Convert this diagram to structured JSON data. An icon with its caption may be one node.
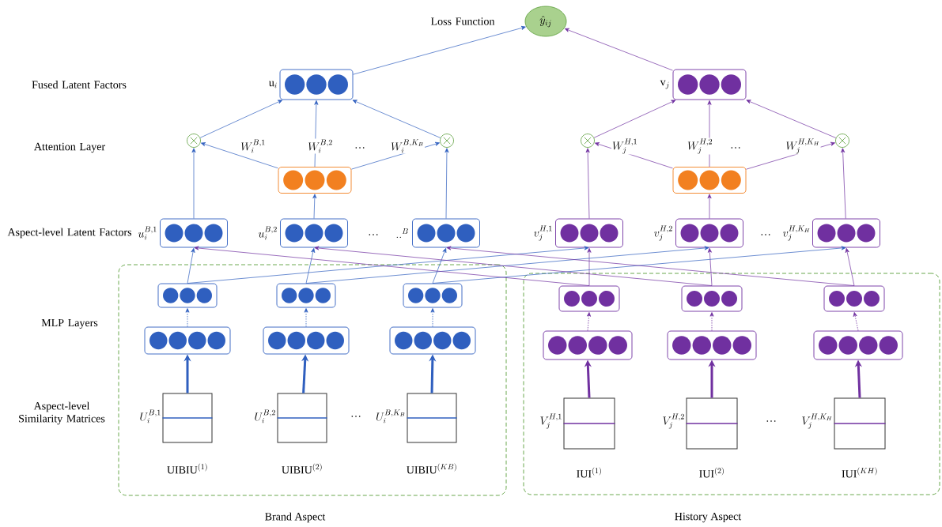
{
  "diagram": {
    "nodes": [
      {
        "text": [
          "\\hat{y}_{ij}"
        ]
      },
      {
        "text": [],
        "shape": "box",
        "beside": [
          "\\mathrm{u}_i"
        ]
      },
      {
        "text": [],
        "shape": "box",
        "beside": [
          "\\mathrm{v}_j"
        ]
      },
      {
        "text": [],
        "shape": "circle"
      },
      {
        "text": [],
        "shape": "box"
      },
      {
        "text": [],
        "shape": "circle"
      },
      {
        "text": [],
        "shape": "circle"
      },
      {
        "text": [],
        "shape": "box"
      },
      {
        "text": [],
        "shape": "circle"
      },
      {
        "text": [],
        "shape": "box",
        "beside": [
          "u_i^{B,1}"
        ]
      },
      {
        "text": [],
        "shape": "box",
        "beside": [
          "u_i^{B,2}"
        ]
      },
      {
        "text": [],
        "shape": "box",
        "beside": [
          "..^{B}"
        ]
      },
      {
        "text": [],
        "shape": "box",
        "beside": [
          "v_j^{H,1}"
        ]
      },
      {
        "text": [],
        "shape": "box",
        "beside": [
          "v_j^{H,2}"
        ]
      },
      {
        "text": [],
        "shape": "box",
        "beside": [
          "v_j^{H,K_H}"
        ]
      },
      {
        "text": [
          "Brand Aspect"
        ]
      },
      {
        "text": [
          "History Aspect"
        ]
      },
      {
        "text": [],
        "shape": "box",
        "in": 15
      },
      {
        "text": [],
        "shape": "box",
        "in": 15
      },
      {
        "text": [],
        "shape": "box",
        "in": 15
      },
      {
        "text": [],
        "shape": "box",
        "in": 15
      },
      {
        "text": [],
        "shape": "box",
        "in": 15
      },
      {
        "text": [],
        "shape": "box",
        "in": 15
      },
      {
        "text": [],
        "shape": "box",
        "in": 15,
        "beside": [
          "U_i^{B,1}",
          "\\mathrm{UIBIU}^{(1)}"
        ]
      },
      {
        "text": [],
        "shape": "box",
        "in": 15,
        "beside": [
          "U_i^{B,2}",
          "\\mathrm{UIBIU}^{(2)}"
        ]
      },
      {
        "text": [],
        "shape": "box",
        "in": 15,
        "beside": [
          "U_i^{B,K_B}",
          "\\mathrm{UIBIU}^{(KB)}"
        ]
      },
      {
        "text": [],
        "shape": "box",
        "in": 16
      },
      {
        "text": [],
        "shape": "box",
        "in": 16
      },
      {
        "text": [],
        "shape": "box",
        "in": 16
      },
      {
        "text": [],
        "shape": "box",
        "in": 16
      },
      {
        "text": [],
        "shape": "box",
        "in": 16
      },
      {
        "text": [],
        "shape": "box",
        "in": 16
      },
      {
        "text": [],
        "shape": "box",
        "in": 16,
        "beside": [
          "V_j^{H,1}",
          "\\mathrm{IUI}^{(1)}"
        ]
      },
      {
        "text": [],
        "shape": "box",
        "in": 16,
        "beside": [
          "V_j^{H,2}",
          "\\mathrm{IUI}^{(2)}"
        ]
      },
      {
        "text": [],
        "shape": "box",
        "in": 16,
        "beside": [
          "V_j^{H,K_H}",
          "\\mathrm{IUI}^{(KH)}"
        ]
      }
    ],
    "edges": [
      {
        "from": 1,
        "to": 0,
        "arrow": "to"
      },
      {
        "from": 2,
        "to": 0,
        "arrow": "to",
        "color": "#7030a0"
      },
      {
        "from": 3,
        "to": 1,
        "arrow": "to"
      },
      {
        "from": 4,
        "to": 1,
        "arrow": "to",
        "label": "W_i^{B,2}"
      },
      {
        "from": 5,
        "to": 1,
        "arrow": "to"
      },
      {
        "from": 4,
        "to": 3,
        "arrow": "to",
        "label": "W_i^{B,1}"
      },
      {
        "from": 4,
        "to": 5,
        "arrow": "to",
        "label": "W_i^{B,K_B}"
      },
      {
        "from": 9,
        "to": 3,
        "arrow": "to"
      },
      {
        "from": 10,
        "to": 4,
        "arrow": "to"
      },
      {
        "from": 11,
        "to": 5,
        "arrow": "to"
      },
      {
        "from": 6,
        "to": 2,
        "arrow": "to",
        "color": "#7030a0"
      },
      {
        "from": 7,
        "to": 2,
        "arrow": "to",
        "color": "#7030a0",
        "label": "W_j^{H,2}"
      },
      {
        "from": 8,
        "to": 2,
        "arrow": "to",
        "color": "#7030a0"
      },
      {
        "from": 7,
        "to": 6,
        "arrow": "to",
        "color": "#7030a0",
        "label": "W_j^{H,1}"
      },
      {
        "from": 7,
        "to": 8,
        "arrow": "to",
        "color": "#7030a0",
        "label": "W_j^{H,K_H}"
      },
      {
        "from": 12,
        "to": 6,
        "arrow": "to",
        "color": "#7030a0"
      },
      {
        "from": 13,
        "to": 7,
        "arrow": "to",
        "color": "#7030a0"
      },
      {
        "from": 14,
        "to": 8,
        "arrow": "to",
        "color": "#7030a0"
      },
      {
        "from": 17,
        "to": 9,
        "arrow": "to"
      },
      {
        "from": 18,
        "to": 10,
        "arrow": "to"
      },
      {
        "from": 19,
        "to": 11,
        "arrow": "to"
      },
      {
        "from": 26,
        "to": 12,
        "arrow": "to",
        "color": "#7030a0"
      },
      {
        "from": 27,
        "to": 13,
        "arrow": "to",
        "color": "#7030a0"
      },
      {
        "from": 28,
        "to": 14,
        "arrow": "to",
        "color": "#7030a0"
      },
      {
        "from": 20,
        "to": 17,
        "arrow": "to",
        "style": "dashed"
      },
      {
        "from": 21,
        "to": 18,
        "arrow": "to",
        "style": "dashed"
      },
      {
        "from": 22,
        "to": 19,
        "arrow": "to",
        "style": "dashed"
      },
      {
        "from": 29,
        "to": 26,
        "arrow": "to",
        "style": "dashed",
        "color": "#7030a0"
      },
      {
        "from": 30,
        "to": 27,
        "arrow": "to",
        "style": "dashed",
        "color": "#7030a0"
      },
      {
        "from": 31,
        "to": 28,
        "arrow": "to",
        "style": "dashed",
        "color": "#7030a0"
      },
      {
        "from": 23,
        "to": 20,
        "arrow": "to",
        "style": "thick"
      },
      {
        "from": 24,
        "to": 21,
        "arrow": "to",
        "style": "thick"
      },
      {
        "from": 25,
        "to": 22,
        "arrow": "to",
        "style": "thick"
      },
      {
        "from": 32,
        "to": 29,
        "arrow": "to",
        "style": "thick",
        "color": "#7030a0"
      },
      {
        "from": 33,
        "to": 30,
        "arrow": "to",
        "style": "thick",
        "color": "#7030a0"
      },
      {
        "from": 34,
        "to": 31,
        "arrow": "to",
        "style": "thick",
        "color": "#7030a0"
      },
      {
        "from": 17,
        "to": 12,
        "arrow": "to"
      },
      {
        "from": 18,
        "to": 13,
        "arrow": "to"
      },
      {
        "from": 19,
        "to": 14,
        "arrow": "to"
      },
      {
        "from": 26,
        "to": 9,
        "arrow": "to",
        "color": "#7030a0"
      },
      {
        "from": 27,
        "to": 10,
        "arrow": "to",
        "color": "#7030a0"
      },
      {
        "from": 28,
        "to": 11,
        "arrow": "to",
        "color": "#7030a0"
      }
    ],
    "labels": [
      "Loss Function",
      "Fused Latent Factors",
      "Attention Layer",
      "…",
      "…",
      "Aspect-level Latent Factors",
      "…",
      "…",
      "MLP Layers",
      "Aspect-level Similarity Matrices",
      "…",
      "…"
    ]
  }
}
